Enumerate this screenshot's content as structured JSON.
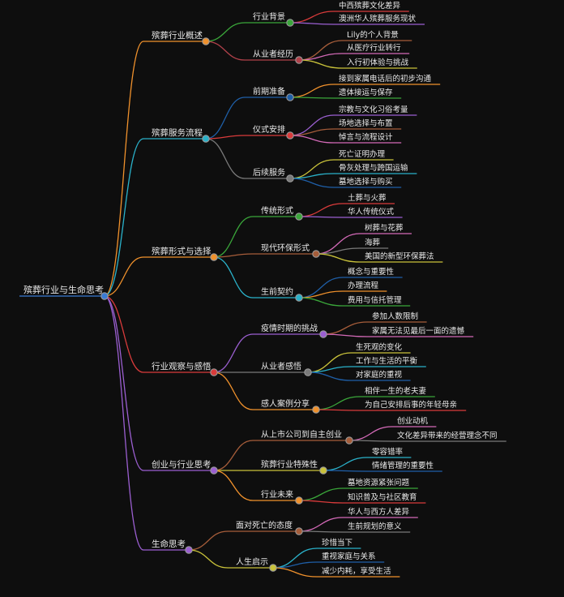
{
  "root": {
    "label": "殡葬行业与生命思考",
    "color": "#3a7bd5"
  },
  "branches": [
    {
      "label": "殡葬行业概述",
      "color": "#f0912c",
      "children": [
        {
          "label": "行业背景",
          "color": "#3aa63a",
          "children": [
            {
              "label": "中西殡葬文化差异",
              "color": "#d93b3b"
            },
            {
              "label": "澳洲华人殡葬服务现状",
              "color": "#9b5fd1"
            }
          ]
        },
        {
          "label": "从业者经历",
          "color": "#b0414a",
          "children": [
            {
              "label": "Lily的个人背景",
              "color": "#a65d3a"
            },
            {
              "label": "从医疗行业转行",
              "color": "#d46ab8"
            },
            {
              "label": "入行初体验与挑战",
              "color": "#c9c23a"
            }
          ]
        }
      ]
    },
    {
      "label": "殡葬服务流程",
      "color": "#2ab1c9",
      "children": [
        {
          "label": "前期准备",
          "color": "#1f5fa8",
          "children": [
            {
              "label": "接到家属电话后的初步沟通",
              "color": "#f0912c"
            },
            {
              "label": "遗体接运与保存",
              "color": "#3aa63a"
            }
          ]
        },
        {
          "label": "仪式安排",
          "color": "#d93b3b",
          "children": [
            {
              "label": "宗教与文化习俗考量",
              "color": "#9b5fd1"
            },
            {
              "label": "场地选择与布置",
              "color": "#a65d3a"
            },
            {
              "label": "悼言与流程设计",
              "color": "#d46ab8"
            }
          ]
        },
        {
          "label": "后续服务",
          "color": "#7a7a7a",
          "children": [
            {
              "label": "死亡证明办理",
              "color": "#c9c23a"
            },
            {
              "label": "骨灰处理与跨国运输",
              "color": "#2ab1c9"
            },
            {
              "label": "墓地选择与购买",
              "color": "#1f5fa8"
            }
          ]
        }
      ]
    },
    {
      "label": "殡葬形式与选择",
      "color": "#f0912c",
      "children": [
        {
          "label": "传统形式",
          "color": "#3aa63a",
          "children": [
            {
              "label": "土葬与火葬",
              "color": "#d93b3b"
            },
            {
              "label": "华人传统仪式",
              "color": "#9b5fd1"
            }
          ]
        },
        {
          "label": "现代环保形式",
          "color": "#a65d3a",
          "children": [
            {
              "label": "树葬与花葬",
              "color": "#d46ab8"
            },
            {
              "label": "海葬",
              "color": "#7a7a7a"
            },
            {
              "label": "美国的新型环保葬法",
              "color": "#c9c23a"
            }
          ]
        },
        {
          "label": "生前契约",
          "color": "#2ab1c9",
          "children": [
            {
              "label": "概念与重要性",
              "color": "#1f5fa8"
            },
            {
              "label": "办理流程",
              "color": "#f0912c"
            },
            {
              "label": "费用与信托管理",
              "color": "#3aa63a"
            }
          ]
        }
      ]
    },
    {
      "label": "行业观察与感悟",
      "color": "#d93b3b",
      "children": [
        {
          "label": "疫情时期的挑战",
          "color": "#9b5fd1",
          "children": [
            {
              "label": "参加人数限制",
              "color": "#a65d3a"
            },
            {
              "label": "家属无法见最后一面的遗憾",
              "color": "#d46ab8"
            }
          ]
        },
        {
          "label": "从业者感悟",
          "color": "#7a7a7a",
          "children": [
            {
              "label": "生死观的变化",
              "color": "#c9c23a"
            },
            {
              "label": "工作与生活的平衡",
              "color": "#2ab1c9"
            },
            {
              "label": "对家庭的重视",
              "color": "#1f5fa8"
            }
          ]
        },
        {
          "label": "感人案例分享",
          "color": "#f0912c",
          "children": [
            {
              "label": "相伴一生的老夫妻",
              "color": "#3aa63a"
            },
            {
              "label": "为自己安排后事的年轻母亲",
              "color": "#d93b3b"
            }
          ]
        }
      ]
    },
    {
      "label": "创业与行业思考",
      "color": "#9b5fd1",
      "children": [
        {
          "label": "从上市公司到自主创业",
          "color": "#a65d3a",
          "children": [
            {
              "label": "创业动机",
              "color": "#d46ab8"
            },
            {
              "label": "文化差异带来的经营理念不同",
              "color": "#7a7a7a"
            }
          ]
        },
        {
          "label": "殡葬行业特殊性",
          "color": "#c9c23a",
          "children": [
            {
              "label": "零容错率",
              "color": "#2ab1c9"
            },
            {
              "label": "情绪管理的重要性",
              "color": "#1f5fa8"
            }
          ]
        },
        {
          "label": "行业未来",
          "color": "#f0912c",
          "children": [
            {
              "label": "墓地资源紧张问题",
              "color": "#3aa63a"
            },
            {
              "label": "知识普及与社区教育",
              "color": "#d93b3b"
            }
          ]
        }
      ]
    },
    {
      "label": "生命思考",
      "color": "#9b5fd1",
      "children": [
        {
          "label": "面对死亡的态度",
          "color": "#a65d3a",
          "children": [
            {
              "label": "华人与西方人差异",
              "color": "#d46ab8"
            },
            {
              "label": "生前规划的意义",
              "color": "#7a7a7a"
            }
          ]
        },
        {
          "label": "人生启示",
          "color": "#c9c23a",
          "children": [
            {
              "label": "珍惜当下",
              "color": "#2ab1c9"
            },
            {
              "label": "重视家庭与关系",
              "color": "#1f5fa8"
            },
            {
              "label": "减少内耗，享受生活",
              "color": "#f0912c"
            }
          ]
        }
      ]
    }
  ]
}
